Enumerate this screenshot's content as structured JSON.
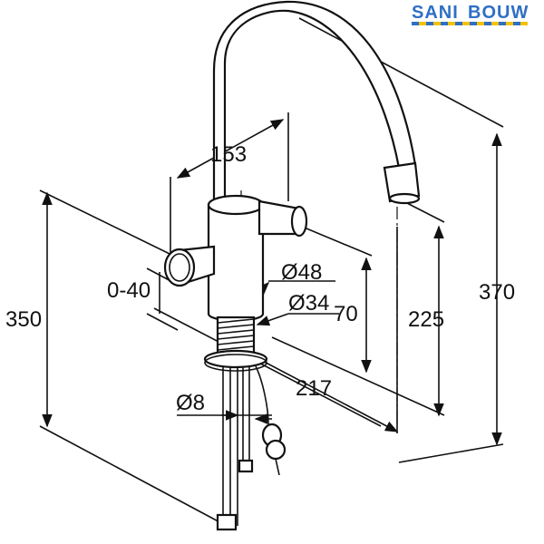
{
  "logo": {
    "word1": "SANI",
    "word2": "BOUW",
    "colors": {
      "text": "#2f6fc4",
      "stripe_a": "#2f6fc4",
      "stripe_b": "#f2c200"
    }
  },
  "dimensions": {
    "d153": "153",
    "d0_40": "0-40",
    "d350": "350",
    "d48": "Ø48",
    "d34": "Ø34",
    "d70": "70",
    "d225": "225",
    "d370": "370",
    "d217": "217",
    "d8": "Ø8"
  }
}
